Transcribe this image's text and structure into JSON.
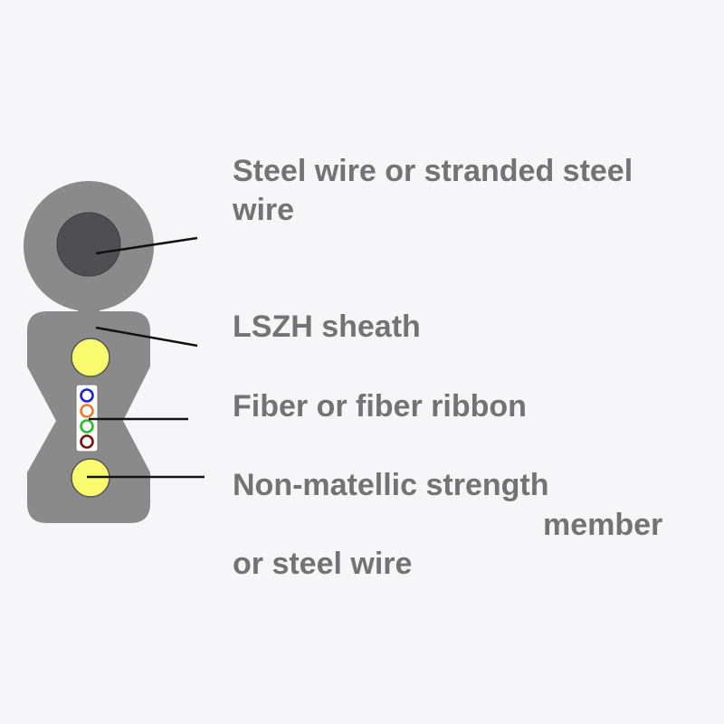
{
  "colors": {
    "background": "#f6f6f8",
    "sheath": "#8a8a8a",
    "steel_wire": "#4e4e53",
    "strength_member": "#fafa6e",
    "leader_line": "#111111",
    "label_text": "#737373",
    "fiber_colors": [
      "#1f1fd8",
      "#f07a2a",
      "#22c02a",
      "#7a1010"
    ]
  },
  "labels": {
    "steel_wire": [
      "Steel wire or stranded steel",
      "wire"
    ],
    "sheath": "LSZH sheath",
    "fiber": "Fiber or fiber ribbon",
    "strength_member": [
      "Non-matellic strength",
      "member",
      "or steel wire"
    ]
  }
}
